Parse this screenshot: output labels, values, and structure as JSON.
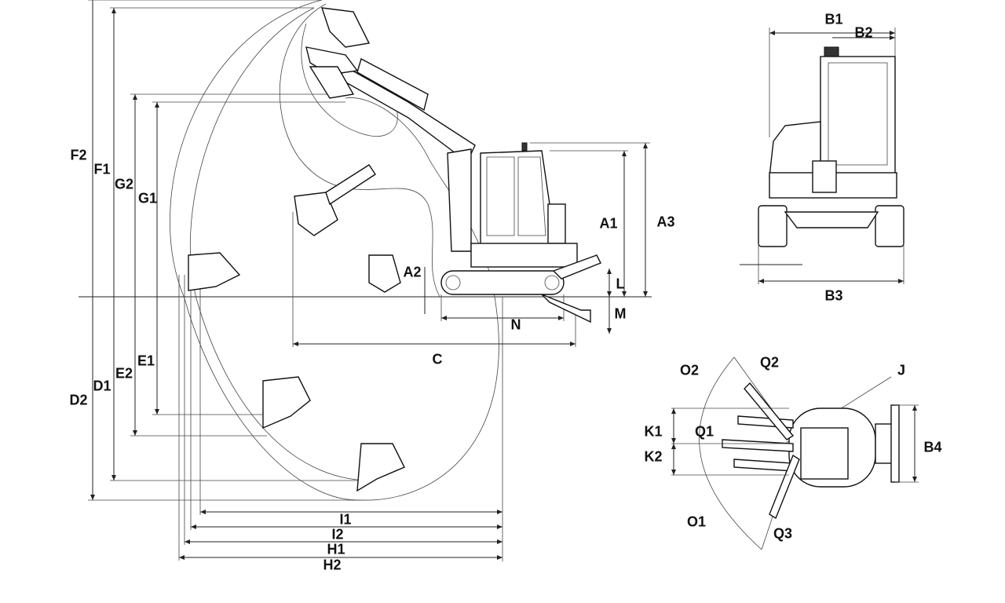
{
  "labels": {
    "F2": "F2",
    "F1": "F1",
    "G2": "G2",
    "G1": "G1",
    "E1": "E1",
    "E2": "E2",
    "D1": "D1",
    "D2": "D2",
    "A1": "A1",
    "A2": "A2",
    "A3": "A3",
    "L": "L",
    "M": "M",
    "N": "N",
    "C": "C",
    "I1": "I1",
    "I2": "I2",
    "H1": "H1",
    "H2": "H2",
    "B1": "B1",
    "B2": "B2",
    "B3": "B3",
    "B4": "B4",
    "O1": "O1",
    "O2": "O2",
    "Q1": "Q1",
    "Q2": "Q2",
    "Q3": "Q3",
    "J": "J",
    "K1": "K1",
    "K2": "K2"
  }
}
